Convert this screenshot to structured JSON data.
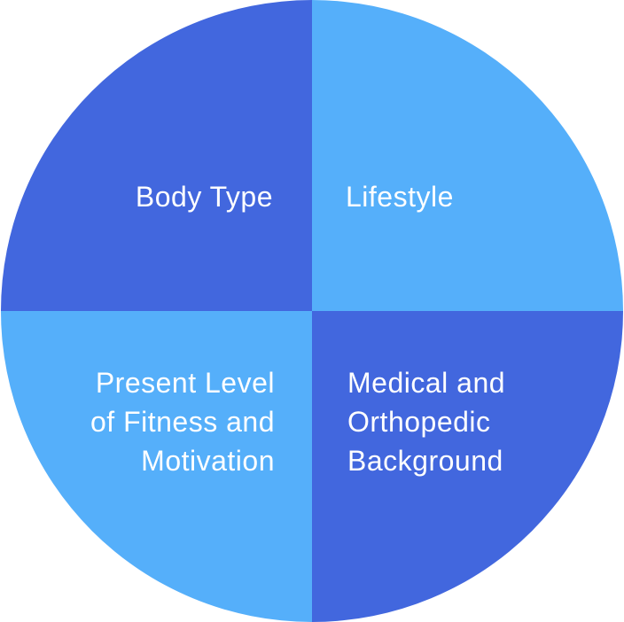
{
  "diagram": {
    "type": "quadrant-circle",
    "background_color": "#ffffff",
    "text_color": "#ffffff",
    "colors": {
      "dark_blue": "#4267DE",
      "light_blue": "#55AFFA"
    },
    "quadrants": [
      {
        "position": "top-left",
        "label": "Body Type",
        "label_lines": [
          "Body Type"
        ],
        "color": "#4267DE"
      },
      {
        "position": "top-right",
        "label": "Lifestyle",
        "label_lines": [
          "Lifestyle"
        ],
        "color": "#55AFFA"
      },
      {
        "position": "bottom-left",
        "label": "Present Level of Fitness and Motivation",
        "label_lines": [
          "Present Level",
          "of Fitness and",
          "Motivation"
        ],
        "color": "#55AFFA"
      },
      {
        "position": "bottom-right",
        "label": "Medical and Orthopedic Background",
        "label_lines": [
          "Medical and",
          "Orthopedic",
          "Background"
        ],
        "color": "#4267DE"
      }
    ]
  }
}
